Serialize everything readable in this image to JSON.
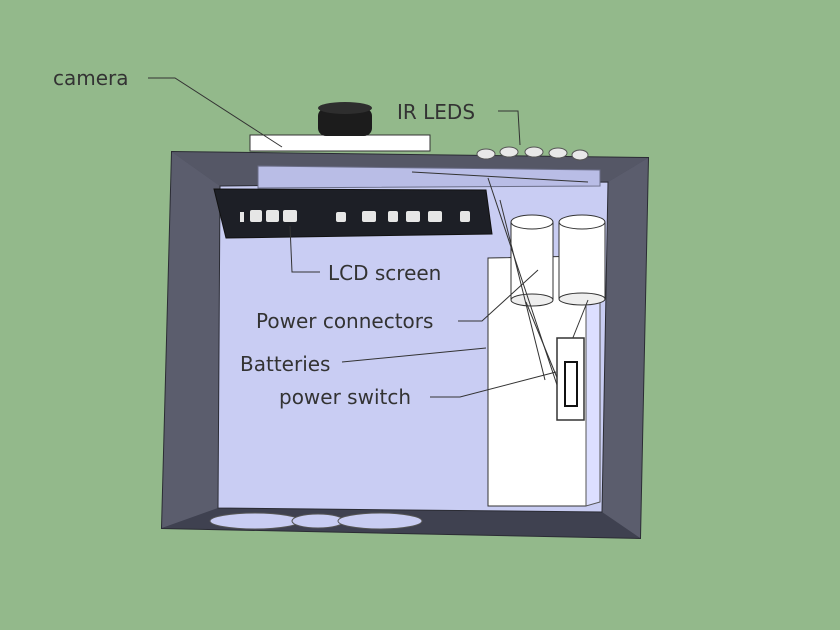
{
  "labels": {
    "camera": "camera",
    "ir_leds": "IR LEDS",
    "lcd_screen": "LCD screen",
    "power_connectors": "Power connectors",
    "batteries": "Batteries",
    "power_switch": "power switch"
  },
  "colors": {
    "background": "#93b98b",
    "enclosure": "#4d4f5e",
    "interior": "#c9cdf3",
    "lcd": "#1d1f26",
    "text": "#333333"
  },
  "icons": {
    "camera": "camera-icon",
    "battery": "battery-icon",
    "switch": "power-switch-icon",
    "led": "ir-led-icon"
  },
  "lcd_glyphs": [
    "▌▀▀▀",
    "▀▀▀▀▀▀▀"
  ]
}
